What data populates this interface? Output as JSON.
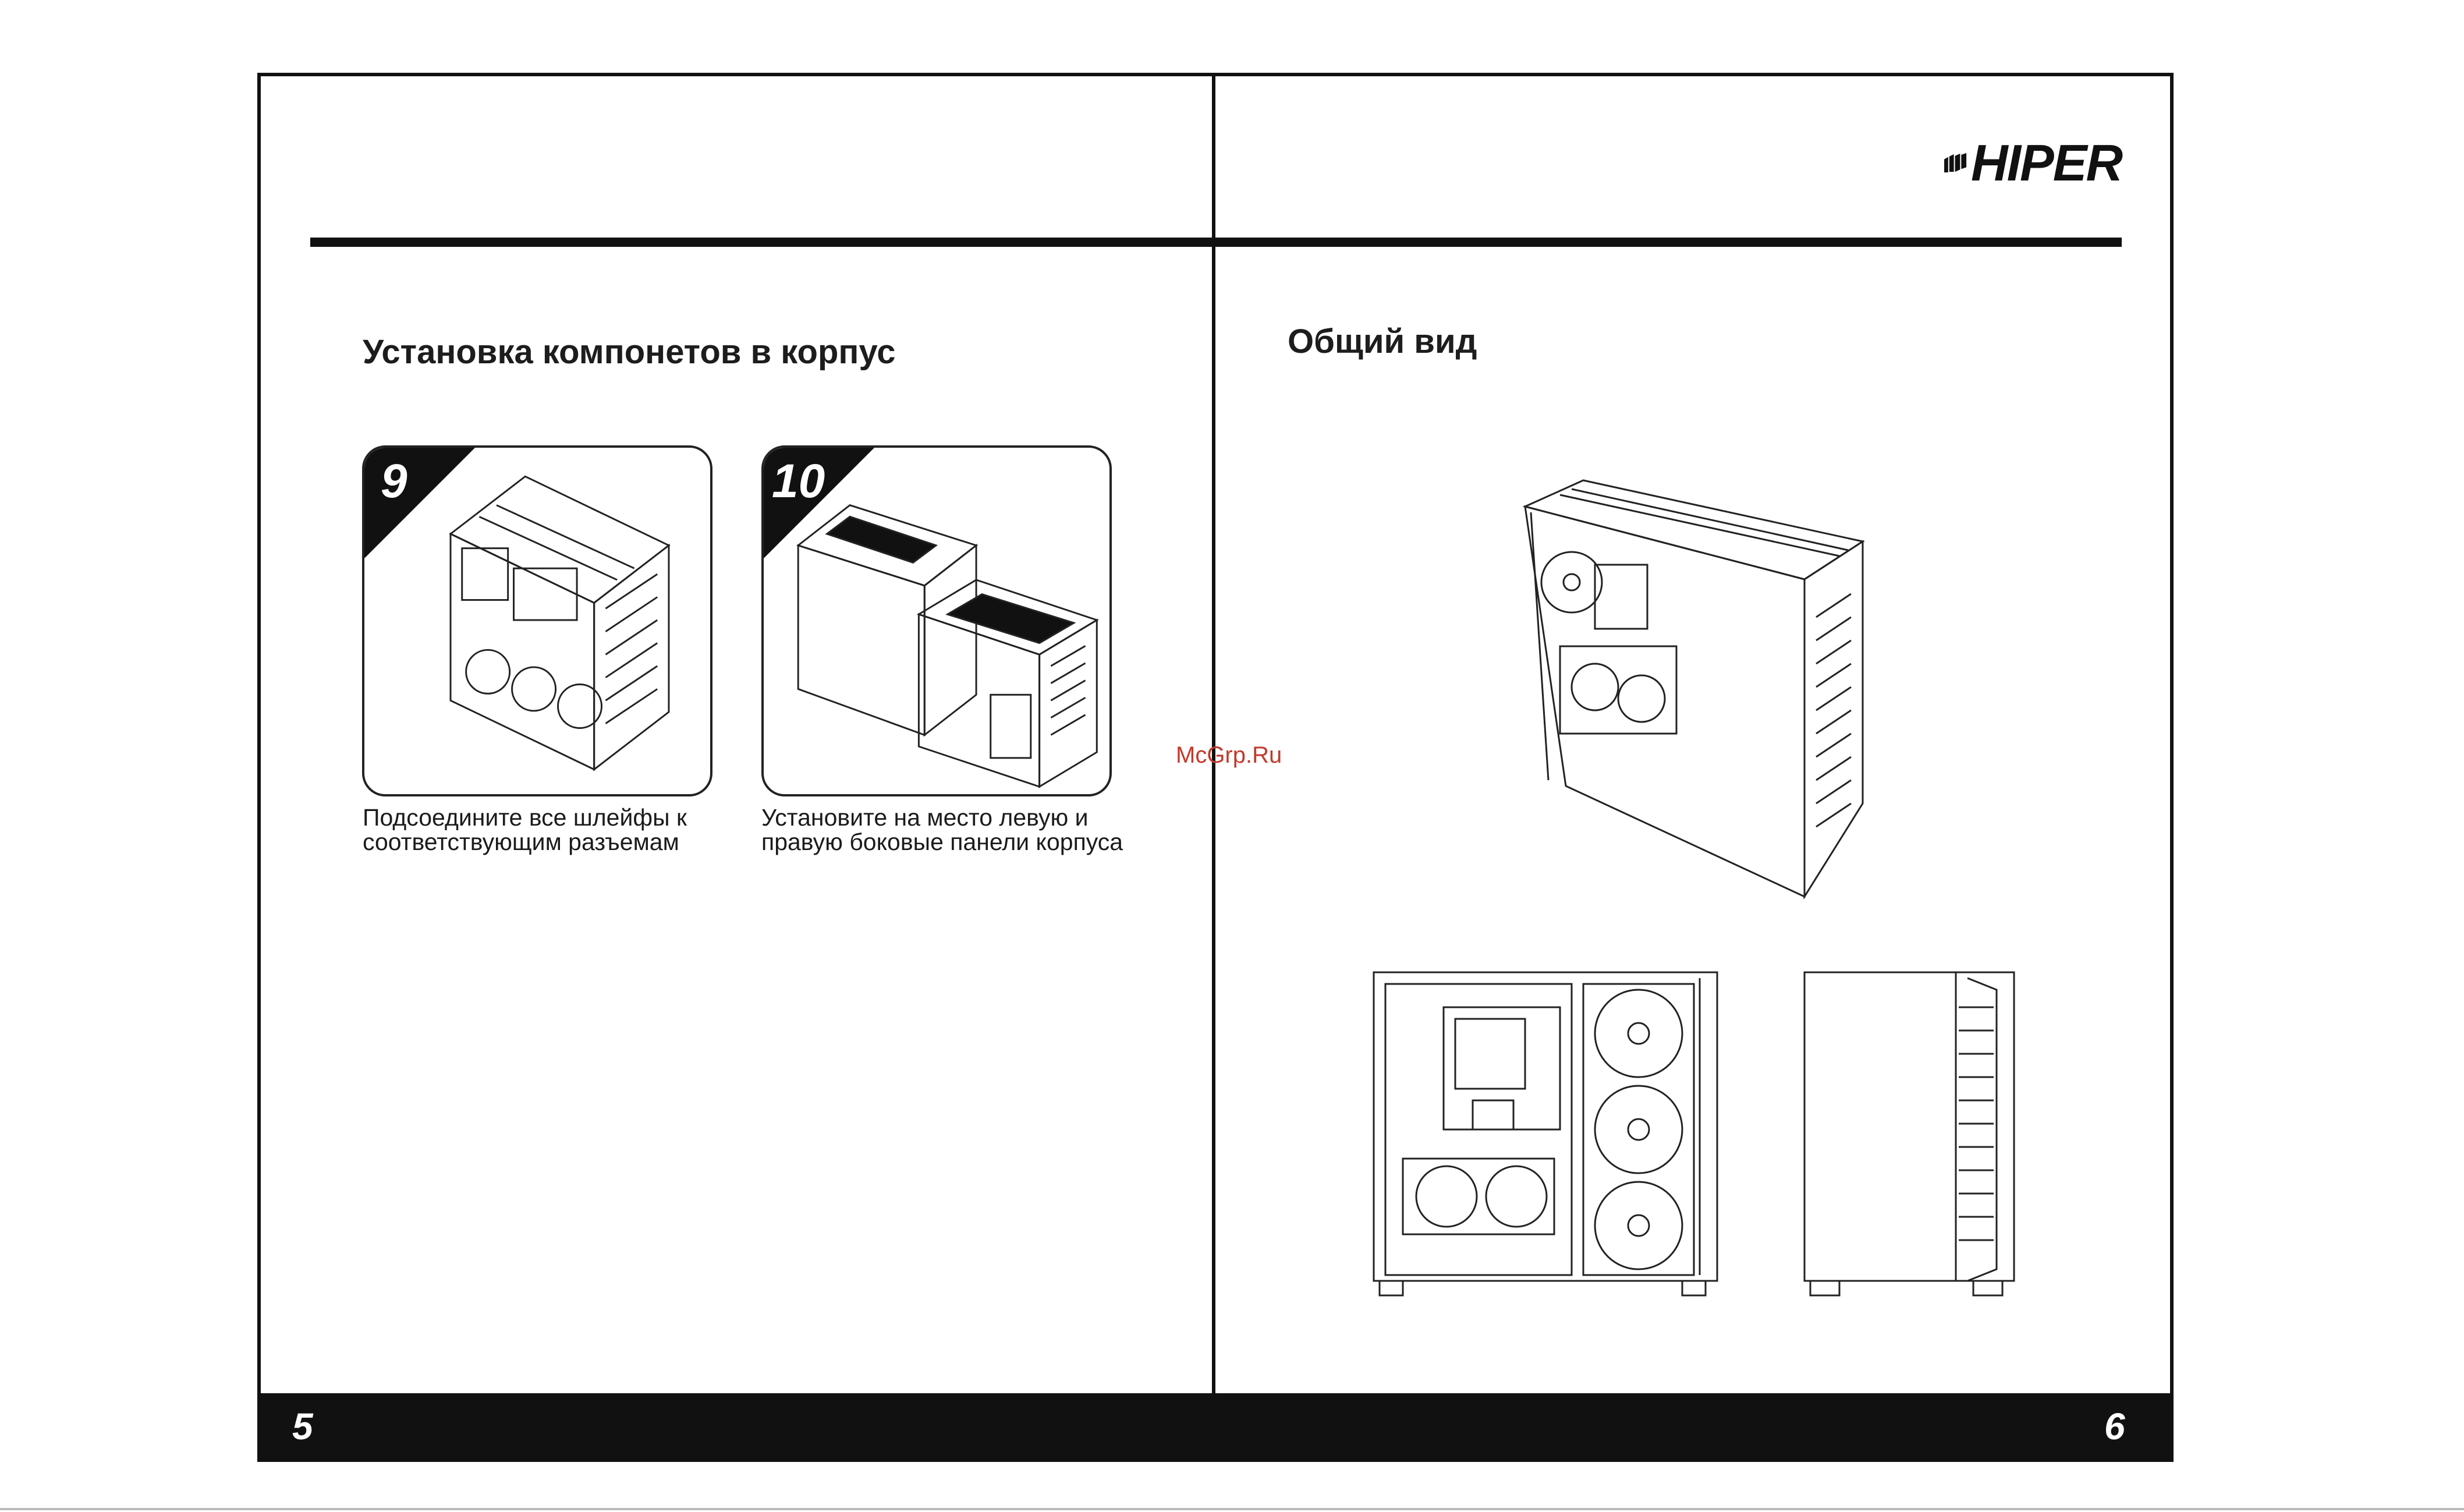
{
  "brand": {
    "logo_text": "HIPER"
  },
  "left_page": {
    "heading": "Установка компонетов в корпус",
    "page_number": "5",
    "steps": [
      {
        "number": "9",
        "caption_line1": "Подсоедините все шлейфы к",
        "caption_line2": "соответствующим разъемам"
      },
      {
        "number": "10",
        "caption_line1": "Установите на место левую и",
        "caption_line2": "правую боковые панели корпуса"
      }
    ]
  },
  "right_page": {
    "heading": "Общий вид",
    "page_number": "6"
  },
  "watermark": "McGrp.Ru",
  "colors": {
    "ink": "#111111",
    "watermark": "#c23a2b",
    "paper": "#ffffff"
  }
}
